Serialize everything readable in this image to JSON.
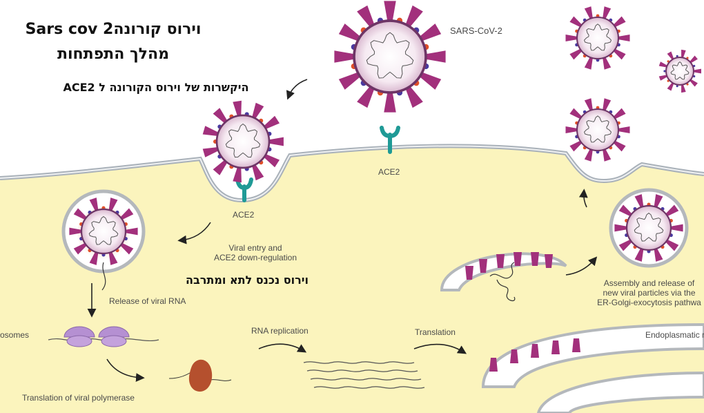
{
  "hebrew": {
    "title_line1": "וירוס קורונהSars cov 2",
    "title_line2": "מהלך התפתחות",
    "binding_label": "היקשרות של וירוס הקורונה ל ACE2",
    "entry_label": "וירוס נכנס לתא ומתרבה"
  },
  "labels": {
    "sars": "SARS-CoV-2",
    "ace2_top": "ACE2",
    "ace2_bound": "ACE2",
    "viral_entry_1": "Viral entry and",
    "viral_entry_2": "ACE2 down-regulation",
    "release_rna": "Release of viral RNA",
    "ribosomes": "osomes",
    "translation_polymerase": "Translation of viral polymerase",
    "rna_replication": "RNA replication",
    "translation": "Translation",
    "endoplasmatic": "Endoplasmatic r",
    "assembly_1": "Assembly and release of",
    "assembly_2": "new viral particles via the",
    "assembly_3": "ER-Golgi-exocytosis pathwa"
  },
  "colors": {
    "cytoplasm": "#fbf4bd",
    "membrane": "#a9b1b9",
    "spike": "#a2307c",
    "ace2": "#1f9a96",
    "ribosome": "#b590d2",
    "polymerase": "#b5502e"
  }
}
